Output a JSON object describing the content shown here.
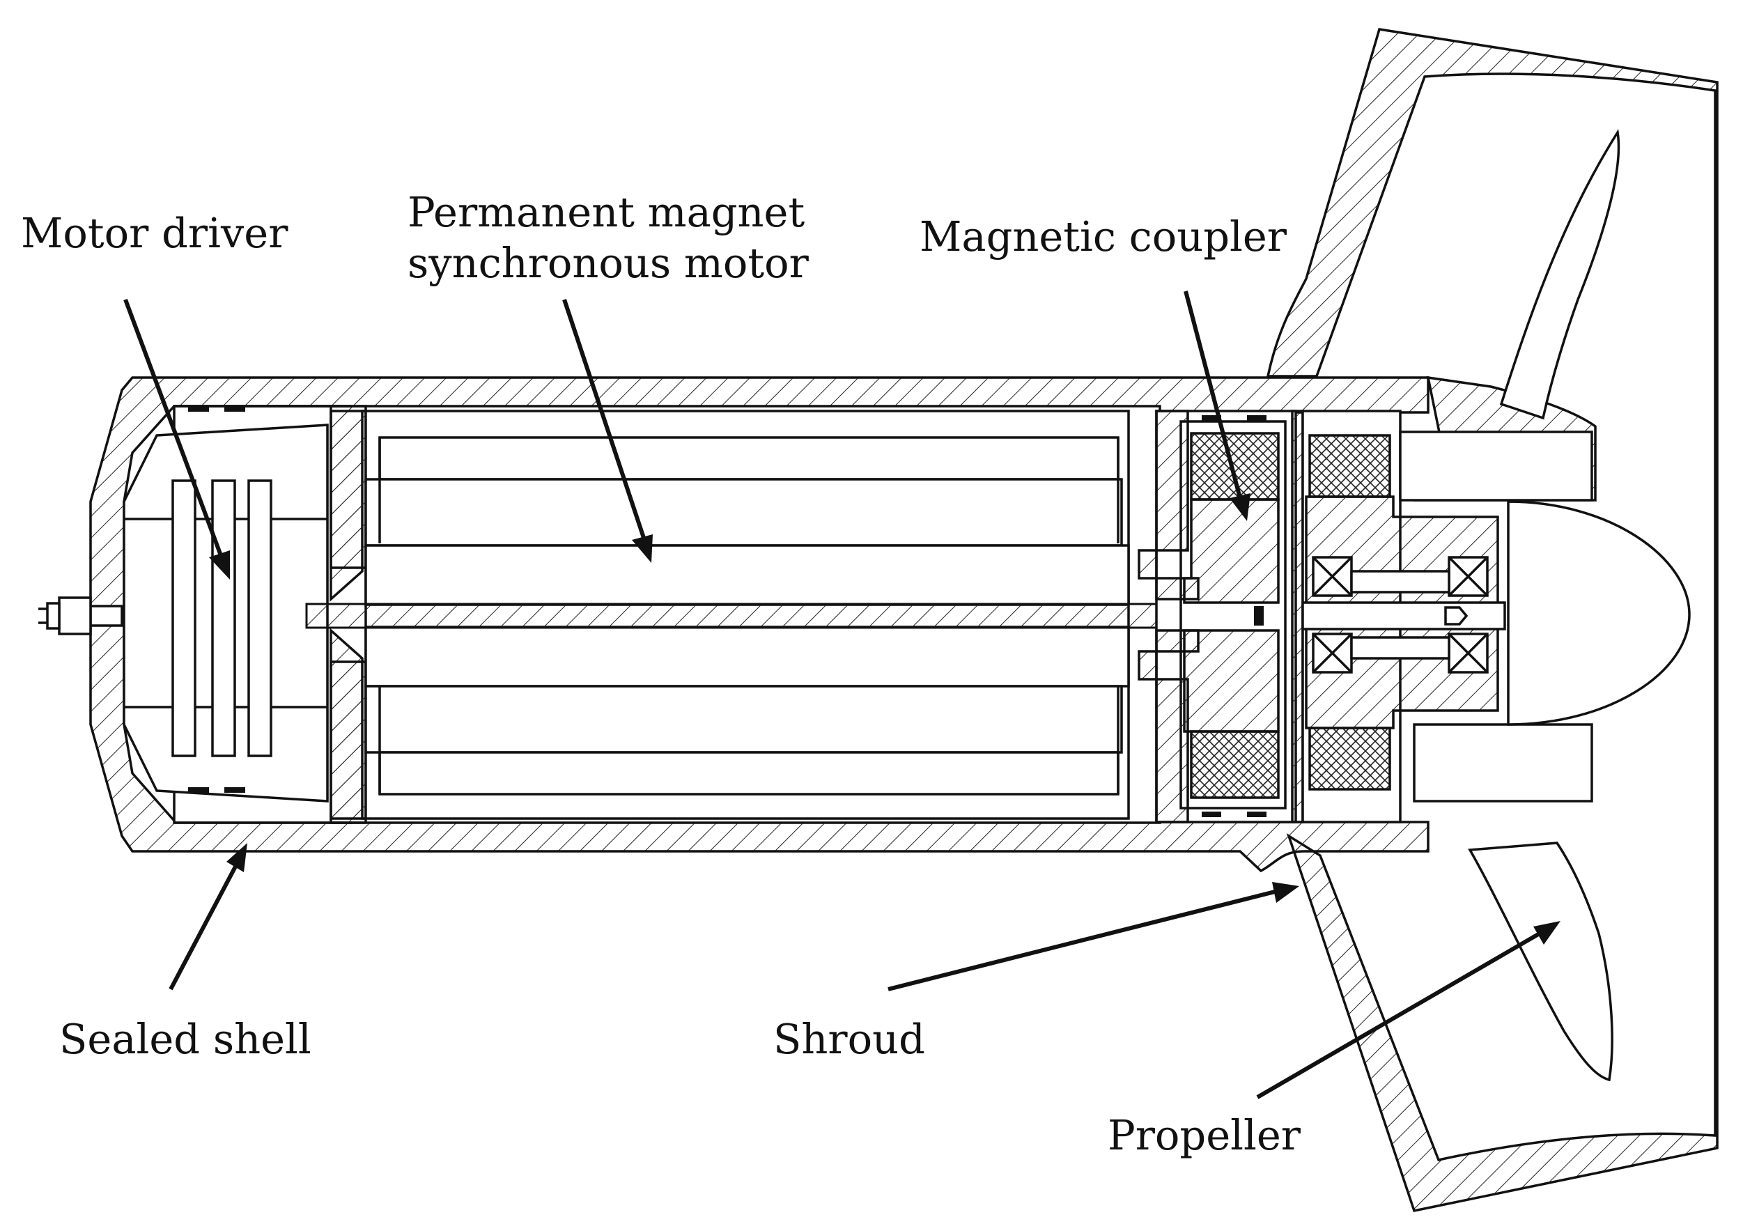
{
  "diagram": {
    "labels": {
      "motor_driver": "Motor driver",
      "pmsm_line1": "Permanent magnet",
      "pmsm_line2": "synchronous motor",
      "magnetic_coupler": "Magnetic coupler",
      "sealed_shell": "Sealed shell",
      "shroud": "Shroud",
      "propeller": "Propeller"
    }
  }
}
